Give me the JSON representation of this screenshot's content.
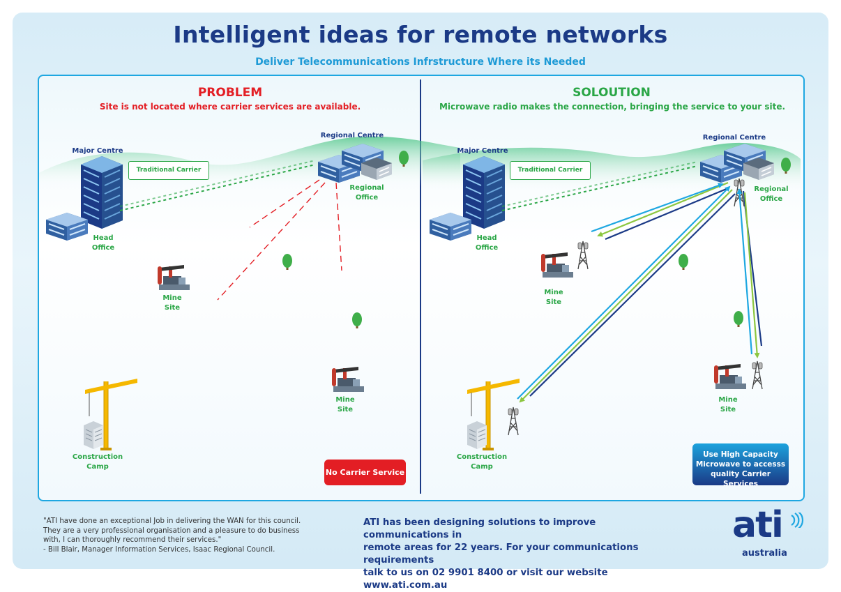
{
  "header": {
    "title": "Intelligent ideas for remote networks",
    "subtitle": "Deliver Telecommunications Infrstructure Where its Needed"
  },
  "problem": {
    "heading": "PROBLEM",
    "description": "Site is not located where carrier services are available.",
    "labels": {
      "major_centre": "Major Centre",
      "head_office_1": "Head",
      "head_office_2": "Office",
      "regional_centre": "Regional Centre",
      "regional_office_1": "Regional",
      "regional_office_2": "Office",
      "traditional_carrier": "Traditional Carrier",
      "mine_site_a_1": "Mine",
      "mine_site_a_2": "Site",
      "mine_site_b_1": "Mine",
      "mine_site_b_2": "Site",
      "construction_camp_1": "Construction",
      "construction_camp_2": "Camp"
    },
    "status_button": "No Carrier Service"
  },
  "solution": {
    "heading": "SOLOUTION",
    "description": "Microwave radio makes the connection, bringing the service to your site.",
    "labels": {
      "major_centre": "Major Centre",
      "head_office_1": "Head",
      "head_office_2": "Office",
      "regional_centre": "Regional Centre",
      "regional_office_1": "Regional",
      "regional_office_2": "Office",
      "traditional_carrier": "Traditional Carrier",
      "mine_site_a_1": "Mine",
      "mine_site_a_2": "Site",
      "mine_site_b_1": "Mine",
      "mine_site_b_2": "Site",
      "construction_camp_1": "Construction",
      "construction_camp_2": "Camp"
    },
    "cta_lines": [
      "Use High Capacity",
      "Microwave to accesss",
      "quality Carrier Services"
    ]
  },
  "footer": {
    "quote_lines": [
      "\"ATI have done an exceptional Job in delivering the WAN for this council.",
      "They are a very professional organisation and a pleasure to do business",
      "with, I can thoroughly recommend their services.\"",
      "- Bill Blair, Manager Information Services, Isaac Regional Council."
    ],
    "tagline_lines": [
      "ATI has been designing solutions to improve communications in",
      "remote areas for 22 years. For your communications requirements",
      "talk to us on 02 9901 8400 or visit our website www.ati.com.au"
    ],
    "logo_text": "ati",
    "logo_sub": "australia"
  },
  "colors": {
    "navy": "#1b3a86",
    "accent_blue": "#1ea7e1",
    "green": "#2aa646",
    "red": "#e31e24"
  }
}
